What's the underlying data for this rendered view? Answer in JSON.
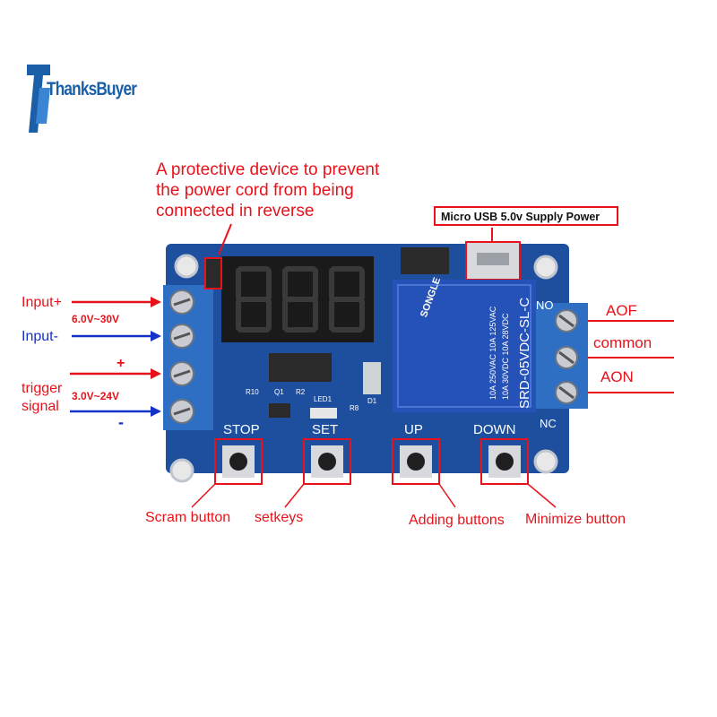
{
  "brand": {
    "name": "ThanksBuyer"
  },
  "annotations": {
    "protective_device": [
      "A protective device to prevent",
      "the power cord from being",
      "connected in reverse"
    ],
    "usb_power": "Micro USB 5.0v  Supply Power",
    "input_plus": "Input+",
    "input_minus": "Input-",
    "input_voltage": "6.0V~30V",
    "trigger_signal": [
      "trigger",
      "signal"
    ],
    "trigger_plus": "+",
    "trigger_minus": "-",
    "trigger_voltage": "3.0V~24V",
    "aof": "AOF",
    "common": "common",
    "aon": "AON",
    "scram_button": "Scram button",
    "setkeys": "setkeys",
    "adding_buttons": "Adding buttons",
    "minimize_button": "Minimize button"
  },
  "board": {
    "button_labels": [
      "STOP",
      "SET",
      "UP",
      "DOWN"
    ],
    "component_labels": {
      "r10": "R10",
      "q1": "Q1",
      "r2": "R2",
      "led1": "LED1",
      "r8": "R8",
      "d1": "D1",
      "nc": "NC",
      "no": "NO"
    },
    "relay": {
      "brand": "SONGLE",
      "model": "SRD-05VDC-SL-C",
      "rating_1": "10A 250VAC  10A 125VAC",
      "rating_2": "10A  30VDC  10A  28VDC"
    }
  },
  "colors": {
    "annotation_red": "#e8121a",
    "annotation_blue": "#1432c8",
    "pcb": "#1d4f9e",
    "terminal": "#2e6fc4",
    "relay": "#2452b8"
  }
}
